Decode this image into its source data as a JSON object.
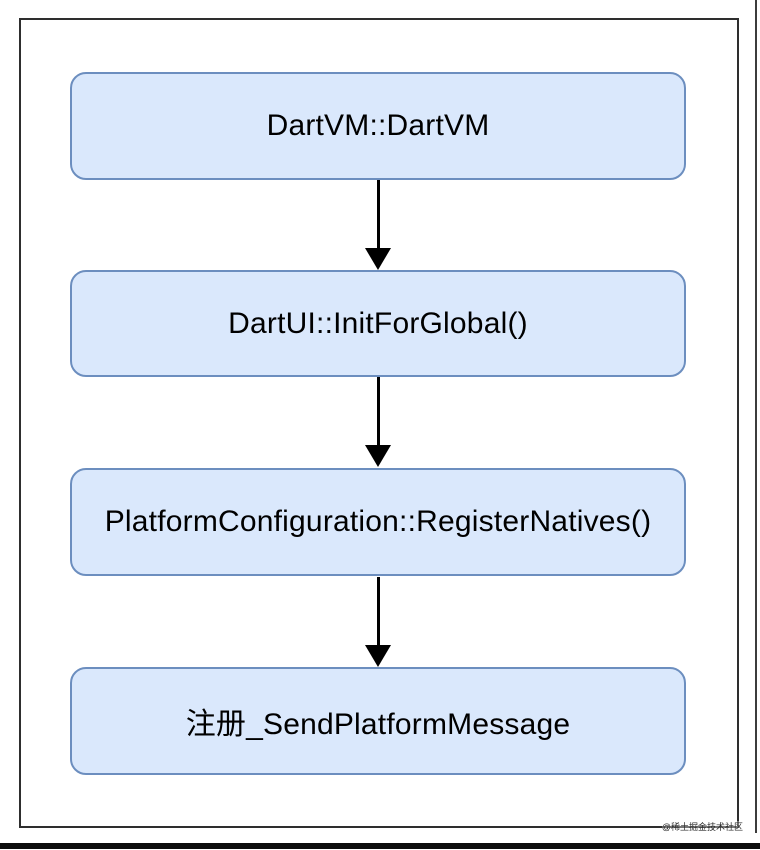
{
  "diagram": {
    "type": "flowchart-vertical",
    "nodes": [
      {
        "id": "n1",
        "label": "DartVM::DartVM"
      },
      {
        "id": "n2",
        "label": "DartUI::InitForGlobal()"
      },
      {
        "id": "n3",
        "label": "PlatformConfiguration::RegisterNatives()"
      },
      {
        "id": "n4",
        "label": "注册_SendPlatformMessage"
      }
    ],
    "edges": [
      {
        "from": "n1",
        "to": "n2",
        "style": "arrow-down"
      },
      {
        "from": "n2",
        "to": "n3",
        "style": "arrow-down"
      },
      {
        "from": "n3",
        "to": "n4",
        "style": "arrow-down"
      }
    ],
    "colors": {
      "node_fill": "#dae8fc",
      "node_border": "#6c8ebf",
      "node_text": "#000000",
      "arrow": "#000000",
      "frame_border": "#2e2e2e",
      "background": "#ffffff"
    },
    "watermark": "@稀土掘金技术社区"
  }
}
